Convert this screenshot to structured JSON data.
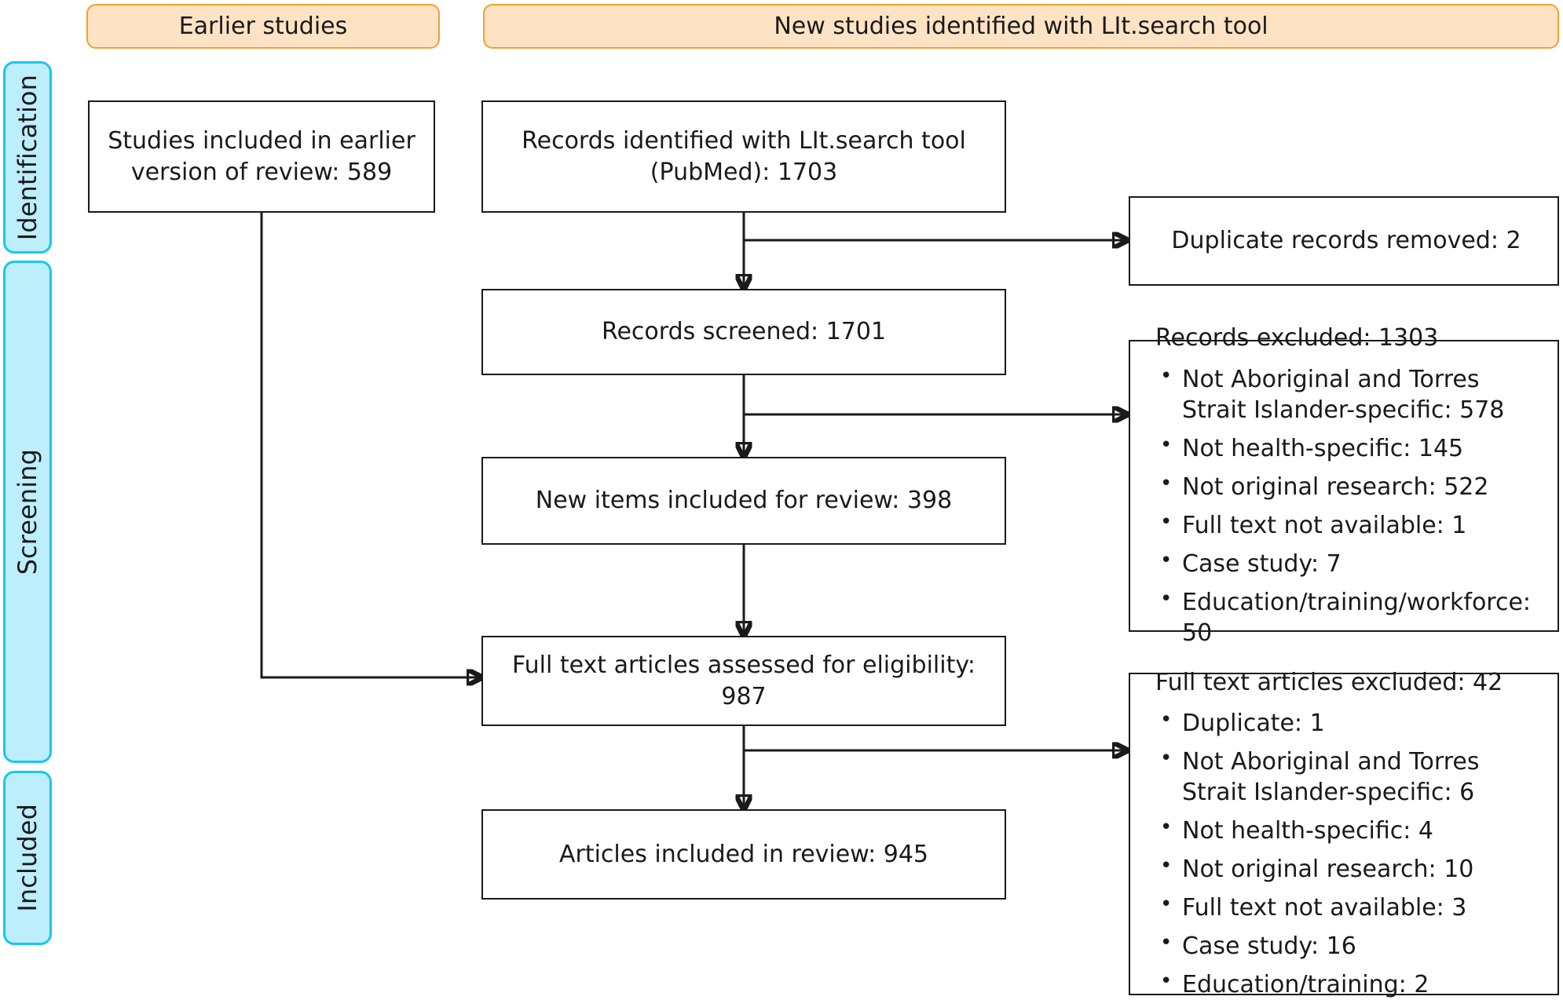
{
  "diagram": {
    "type": "prisma-flow-diagram",
    "banners": [
      {
        "id": "earlier-studies",
        "label": "Earlier studies"
      },
      {
        "id": "new-studies",
        "label": "New studies identified with LIt.search tool"
      }
    ],
    "stages": [
      {
        "id": "identification",
        "label": "Identification"
      },
      {
        "id": "screening",
        "label": "Screening"
      },
      {
        "id": "included",
        "label": "Included"
      }
    ],
    "nodes": [
      {
        "id": "earlier-included",
        "text": "Studies included in earlier\nversion of review: 589",
        "count": 589
      },
      {
        "id": "records-identified",
        "text": "Records identified with LIt.search tool\n(PubMed): 1703",
        "count": 1703
      },
      {
        "id": "records-screened",
        "text": "Records screened:  1701",
        "count": 1701
      },
      {
        "id": "new-items-included",
        "text": "New items included for review: 398",
        "count": 398
      },
      {
        "id": "full-text-assessed",
        "text": "Full text articles assessed for eligibility: 987",
        "count": 987
      },
      {
        "id": "articles-included",
        "text": "Articles included in review: 945",
        "count": 945
      }
    ],
    "exclusions": [
      {
        "id": "duplicates-removed",
        "title": "Duplicate records removed: 2",
        "count": 2,
        "items": []
      },
      {
        "id": "records-excluded",
        "title": "Records excluded: 1303",
        "count": 1303,
        "items": [
          "Not Aboriginal and Torres Strait Islander-specific: 578",
          "Not health-specific: 145",
          "Not original research: 522",
          "Full text not available: 1",
          "Case study: 7",
          "Education/training/workforce: 50"
        ]
      },
      {
        "id": "full-text-excluded",
        "title": "Full text articles excluded: 42",
        "count": 42,
        "items": [
          "Duplicate: 1",
          "Not Aboriginal and Torres Strait Islander-specific: 6",
          "Not health-specific: 4",
          "Not original research: 10",
          "Full text not available: 3",
          "Case study: 16",
          "Education/training: 2"
        ]
      }
    ],
    "colors": {
      "banner_fill": "#fde3c4",
      "banner_border": "#f5a02a",
      "stage_fill": "#bdeefc",
      "stage_border": "#17c7f5",
      "node_border": "#1a1a1a",
      "text": "#1a1a1a",
      "background": "#ffffff"
    }
  }
}
